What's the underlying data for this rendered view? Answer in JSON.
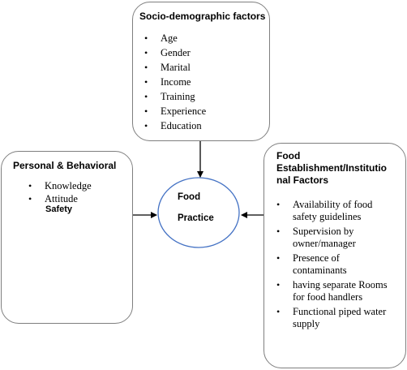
{
  "socio": {
    "title": "Socio-demographic factors",
    "items": [
      "Age",
      "Gender",
      "Marital",
      "Income",
      "Training",
      "Experience",
      "Education"
    ]
  },
  "personal": {
    "title": "Personal & Behavioral",
    "title_overlap": "Safety",
    "items": [
      "Knowledge",
      "Attitude"
    ]
  },
  "establishment": {
    "title_line1": "Food",
    "title_line2": "Establishment/Institutio",
    "title_line3": "nal Factors",
    "items": [
      [
        "Availability of food",
        "safety guidelines"
      ],
      [
        "Supervision by",
        "owner/manager"
      ],
      [
        "Presence of",
        "contaminants"
      ],
      [
        "having separate Rooms",
        "for food handlers"
      ],
      [
        "Functional piped water",
        "supply"
      ]
    ]
  },
  "center": {
    "line1": "Food",
    "line2": "Practice"
  },
  "colors": {
    "box_border": "#7f7f7f",
    "ellipse_border": "#4472c4",
    "arrow": "#000000"
  },
  "bullet_glyph": "•"
}
